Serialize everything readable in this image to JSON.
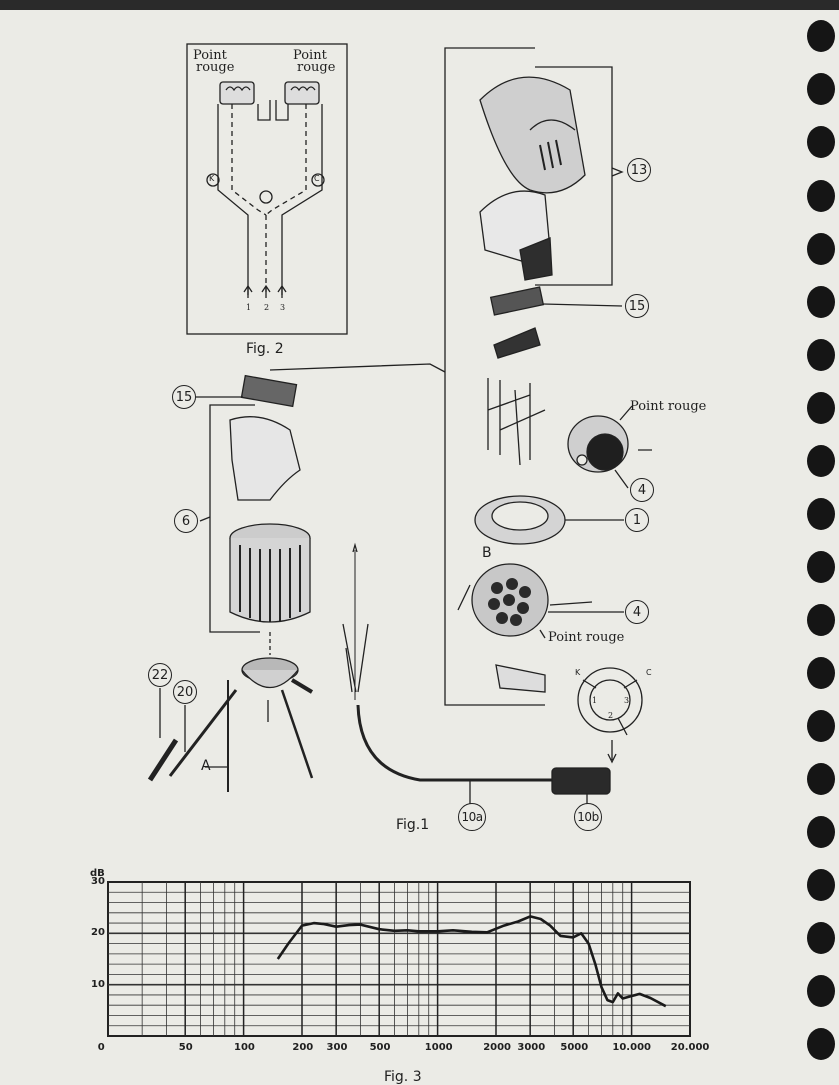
{
  "figures": {
    "fig1": "Fig.1",
    "fig2": "Fig. 2",
    "fig3": "Fig. 3"
  },
  "fig2_schematic": {
    "point_rouge_left": [
      "Point",
      "rouge"
    ],
    "point_rouge_right": [
      "Point",
      "rouge"
    ],
    "terminal_k": "K",
    "terminal_c": "C",
    "pins": [
      "1",
      "2",
      "3"
    ]
  },
  "fig1_parts": {
    "callouts": [
      "13",
      "15",
      "15",
      "6",
      "4",
      "1",
      "4",
      "22",
      "20",
      "10a",
      "10b"
    ],
    "point_rouge_1": "Point rouge",
    "point_rouge_2": "Point rouge",
    "letter_b": "B",
    "letter_a": "A",
    "connector_k": "K",
    "connector_c": "C",
    "connector_pins": [
      "1",
      "2",
      "3"
    ]
  },
  "chart_data": {
    "type": "line",
    "title": "",
    "ylabel": "dB",
    "xscale": "log",
    "xlim": [
      20,
      20000
    ],
    "ylim": [
      0,
      30
    ],
    "grid": true,
    "x_tick_labels": [
      "0",
      "50",
      "100",
      "200",
      "300",
      "500",
      "1000",
      "2000",
      "3000",
      "5000",
      "10.000",
      "20.000"
    ],
    "y_tick_labels": [
      "30",
      "20",
      "10"
    ],
    "series": [
      {
        "x": [
          150,
          170,
          200,
          230,
          260,
          300,
          350,
          400,
          500,
          600,
          700,
          800,
          1000,
          1200,
          1500,
          1800,
          2200,
          2600,
          3000,
          3400,
          3800,
          4300,
          5000,
          5500,
          6000,
          6500,
          7000,
          7500,
          8000,
          8500,
          9000,
          10000,
          11000,
          12500,
          15000
        ],
        "y": [
          15,
          18,
          21.5,
          22,
          21.8,
          21.3,
          21.6,
          21.7,
          20.8,
          20.5,
          20.6,
          20.4,
          20.4,
          20.6,
          20.3,
          20.2,
          21.5,
          22.3,
          23.3,
          22.8,
          21.5,
          19.5,
          19.2,
          20,
          18,
          14,
          9.5,
          7,
          6.6,
          8.3,
          7.3,
          7.8,
          8.2,
          7.4,
          5.8
        ]
      }
    ]
  },
  "colors": {
    "paper": "#ebebe6",
    "ink": "#1f1f1f",
    "holes": "#151515"
  }
}
